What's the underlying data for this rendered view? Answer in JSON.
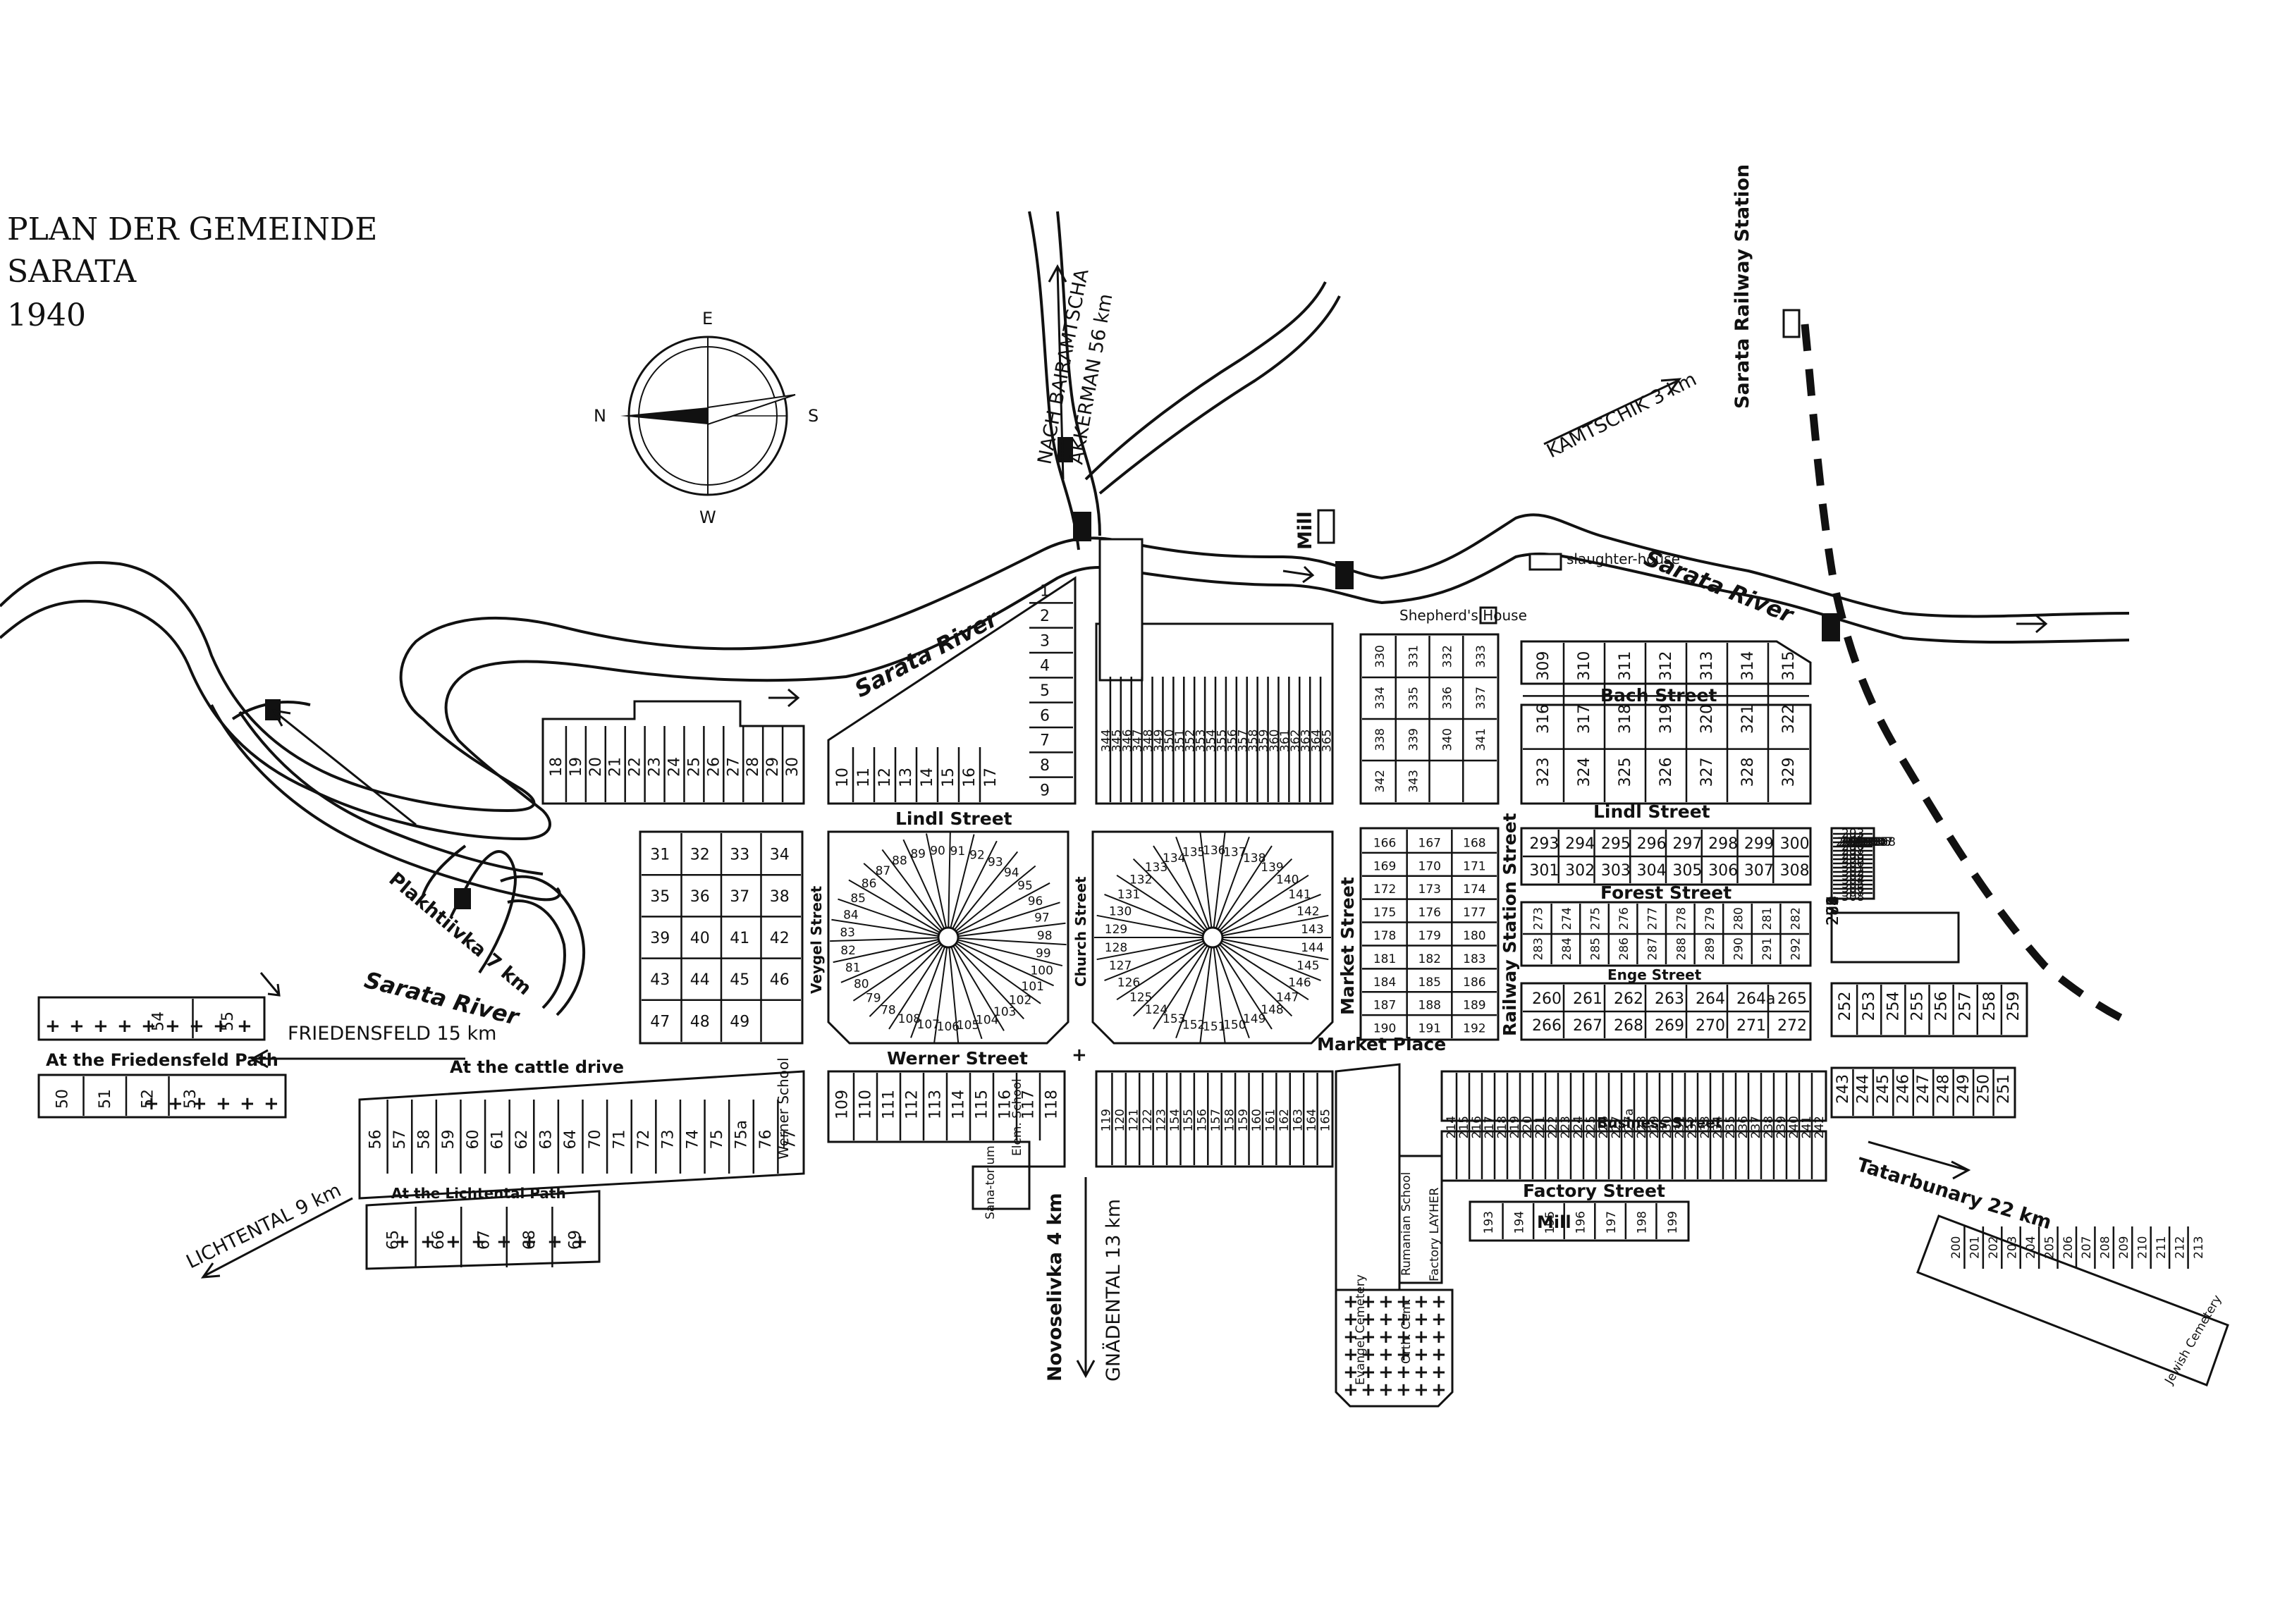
{
  "title": {
    "line1": "PLAN DER GEMEINDE",
    "line2": "SARATA",
    "line3": "1940"
  },
  "compass": {
    "north": "N",
    "south": "S",
    "east": "E",
    "west": "W"
  },
  "rivers": {
    "label": "Sarata River"
  },
  "streets": {
    "lindl": "Lindl Street",
    "werner": "Werner Street",
    "bach": "Bach Street",
    "forest": "Forest Street",
    "enge": "Enge Street",
    "business": "Business Street",
    "factory": "Factory Street",
    "veygel": "Veygel Street",
    "church": "Church Street",
    "market": "Market Street",
    "railway": "Railway Station Street",
    "market_place": "Market Place"
  },
  "paths": {
    "friedensfeld_path": "At the Friedensfeld Path",
    "cattle_drive": "At the cattle drive",
    "lichtental_path": "At the Lichtental Path"
  },
  "destinations": {
    "bairamtscha": "NACH BAIRAMTSCHA",
    "akkerman": "AKKERMAN 56 km",
    "kamtschik": "KAMTSCHIK 3 km",
    "station": "Sarata Railway Station",
    "plakhtiivka": "Plakhtiivka 7 km",
    "friedensfeld": "FRIEDENSFELD 15 km",
    "lichtental": "LICHTENTAL 9 km",
    "novoselivka": "Novoselivka 4 km",
    "gnadental": "GNÄDENTAL 13 km",
    "tatarbunary": "Tatarbunary 22 km"
  },
  "landmarks": {
    "mill": "Mill",
    "slaughterhouse": "slaughter-house",
    "shepherds_house": "Shepherd's House",
    "werner_school": "Werner School",
    "elem_school": "Elem. School",
    "sanatorium": "Sana-torium",
    "rumanian_school": "Rumanian School",
    "factory_layher": "Factory LAYHER",
    "factory_mill": "Mill",
    "evangel_cemetery": "Evangel Cemetery",
    "orth_cem": "Orth. Cem.",
    "jewish_cemetery": "Jewish Cemetery"
  },
  "lots": {
    "river_north_1_9": [
      "1",
      "2",
      "3",
      "4",
      "5",
      "6",
      "7",
      "8",
      "9"
    ],
    "river_north_10_17": [
      "10",
      "11",
      "12",
      "13",
      "14",
      "15",
      "16",
      "17"
    ],
    "west_18_30": [
      "18",
      "19",
      "20",
      "21",
      "22",
      "23",
      "24",
      "25",
      "26",
      "27",
      "28",
      "29",
      "30"
    ],
    "west_31_49": [
      "31",
      "32",
      "33",
      "34",
      "35",
      "36",
      "37",
      "38",
      "39",
      "40",
      "41",
      "42",
      "43",
      "44",
      "45",
      "46",
      "47",
      "48",
      "49"
    ],
    "friedensfeld_top": [
      "54",
      "55"
    ],
    "friedensfeld_bottom": [
      "50",
      "51",
      "52",
      "53"
    ],
    "cattle_drive": [
      "56",
      "57",
      "58",
      "59",
      "60",
      "61",
      "62",
      "63",
      "64",
      "70",
      "71",
      "72",
      "73",
      "74",
      "75",
      "75a",
      "76",
      "77"
    ],
    "lichtental": [
      "65",
      "66",
      "67",
      "68",
      "69"
    ],
    "veygel_radial": [
      "78",
      "79",
      "80",
      "81",
      "82",
      "83",
      "84",
      "85",
      "86",
      "87",
      "88",
      "89",
      "90",
      "91",
      "92",
      "93",
      "94",
      "95",
      "96",
      "97",
      "98",
      "99",
      "100",
      "101",
      "102",
      "103",
      "104",
      "105",
      "106",
      "107",
      "108"
    ],
    "werner_south": [
      "109",
      "110",
      "111",
      "112",
      "113",
      "114",
      "115",
      "116",
      "117",
      "118"
    ],
    "church_south": [
      "119",
      "120",
      "121",
      "122",
      "123",
      "154",
      "155",
      "156",
      "157",
      "158",
      "159",
      "160",
      "161",
      "162",
      "163",
      "164",
      "165"
    ],
    "church_radial": [
      "124",
      "125",
      "126",
      "127",
      "128",
      "129",
      "130",
      "131",
      "132",
      "133",
      "134",
      "135",
      "136",
      "137",
      "138",
      "139",
      "140",
      "141",
      "142",
      "143",
      "144",
      "145",
      "146",
      "147",
      "148",
      "149",
      "150",
      "151",
      "152",
      "153"
    ],
    "market_block": [
      "166",
      "167",
      "168",
      "169",
      "170",
      "171",
      "172",
      "173",
      "174",
      "175",
      "176",
      "177",
      "178",
      "179",
      "180",
      "181",
      "182",
      "183",
      "184",
      "185",
      "186",
      "187",
      "188",
      "189",
      "190",
      "191",
      "192"
    ],
    "factory_street": [
      "193",
      "194",
      "195",
      "196",
      "197",
      "198",
      "199"
    ],
    "jewish_row": [
      "200",
      "201",
      "202",
      "203",
      "204",
      "205",
      "206",
      "207",
      "208",
      "209",
      "210",
      "211",
      "212",
      "213"
    ],
    "business_street": [
      "214",
      "215",
      "216",
      "217",
      "218",
      "219",
      "220",
      "221",
      "222",
      "223",
      "224",
      "225",
      "226",
      "227",
      "227a",
      "228",
      "229",
      "230",
      "231",
      "232",
      "233",
      "234",
      "235",
      "236",
      "237",
      "238",
      "239",
      "240",
      "241",
      "242"
    ],
    "east_south": [
      "243",
      "244",
      "245",
      "246",
      "247",
      "248",
      "249",
      "250",
      "251"
    ],
    "east_enge": [
      "252",
      "253",
      "254",
      "255",
      "256",
      "257",
      "258",
      "259"
    ],
    "enge_street": [
      "260",
      "261",
      "262",
      "263",
      "264",
      "264a",
      "265",
      "266",
      "267",
      "268",
      "269",
      "270",
      "271",
      "272"
    ],
    "east_forest": [
      "273",
      "274",
      "275",
      "276",
      "277",
      "278",
      "279",
      "280",
      "281",
      "282",
      "283",
      "284",
      "285",
      "286",
      "287",
      "288",
      "289",
      "290",
      "291",
      "292"
    ],
    "east_lindl": [
      "293",
      "294",
      "295",
      "296",
      "297",
      "298",
      "299",
      "300",
      "301",
      "302",
      "303",
      "304",
      "305",
      "306",
      "307",
      "308"
    ],
    "bach_street": [
      "309",
      "310",
      "311",
      "312",
      "313",
      "314",
      "315",
      "316",
      "317",
      "318",
      "319",
      "320",
      "321",
      "322",
      "323",
      "324",
      "325",
      "326",
      "327",
      "328",
      "329"
    ],
    "bach_north": [
      "330",
      "331",
      "332",
      "333",
      "334",
      "335",
      "336",
      "337",
      "338",
      "339",
      "340",
      "341",
      "342",
      "343"
    ],
    "church_north": [
      "344",
      "345",
      "346",
      "347",
      "348",
      "349",
      "350",
      "351",
      "352",
      "353",
      "354",
      "355",
      "356",
      "357",
      "358",
      "359",
      "360",
      "361",
      "362",
      "363",
      "364",
      "365"
    ]
  }
}
